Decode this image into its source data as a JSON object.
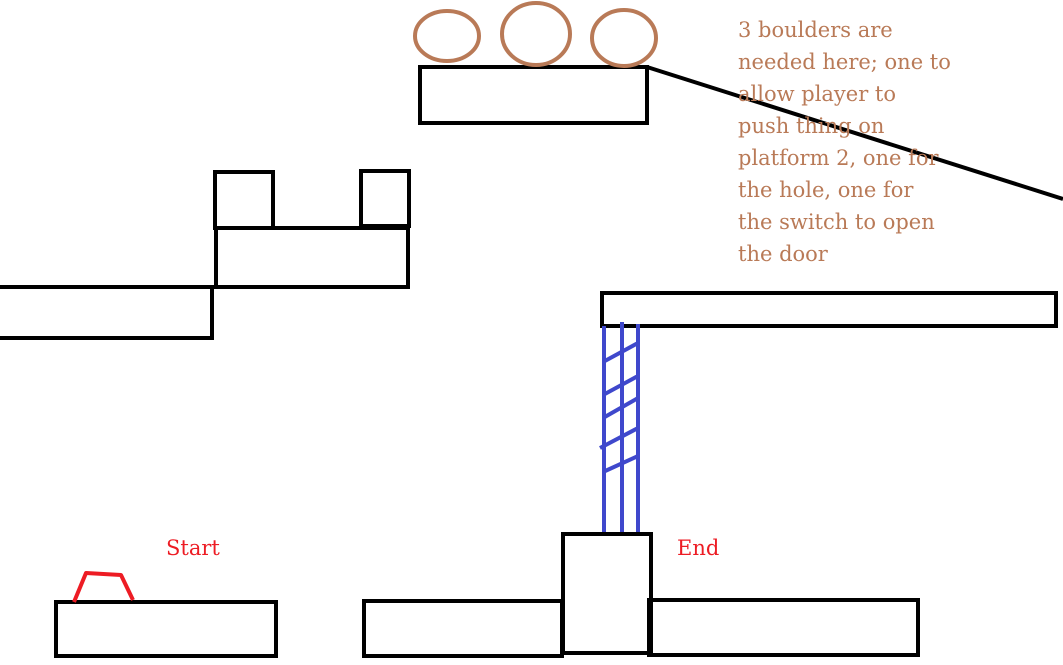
{
  "labels": {
    "start": "Start",
    "end": "End"
  },
  "note": {
    "lines": [
      "3 boulders are",
      "needed here; one to",
      "allow player to",
      "push thing on",
      "platform 2, one for",
      "the hole, one for",
      "the switch to open",
      "the door"
    ]
  },
  "colors": {
    "platform": "#000000",
    "boulder": "#b97a57",
    "note_text": "#b97a57",
    "marker_text": "#ed1c24",
    "switch": "#ed1c24",
    "ladder": "#3f48cc"
  },
  "boulders": {
    "count": 3
  }
}
